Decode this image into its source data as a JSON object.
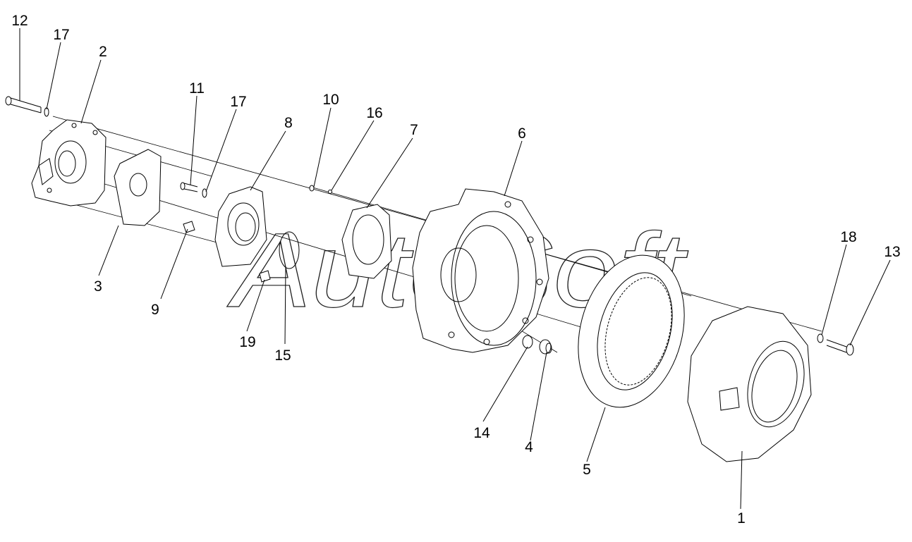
{
  "watermark": "AutoSoft",
  "callouts": [
    "12",
    "17",
    "2",
    "11",
    "17",
    "8",
    "10",
    "16",
    "7",
    "6",
    "18",
    "13",
    "3",
    "9",
    "19",
    "15",
    "14",
    "4",
    "5",
    "1"
  ]
}
